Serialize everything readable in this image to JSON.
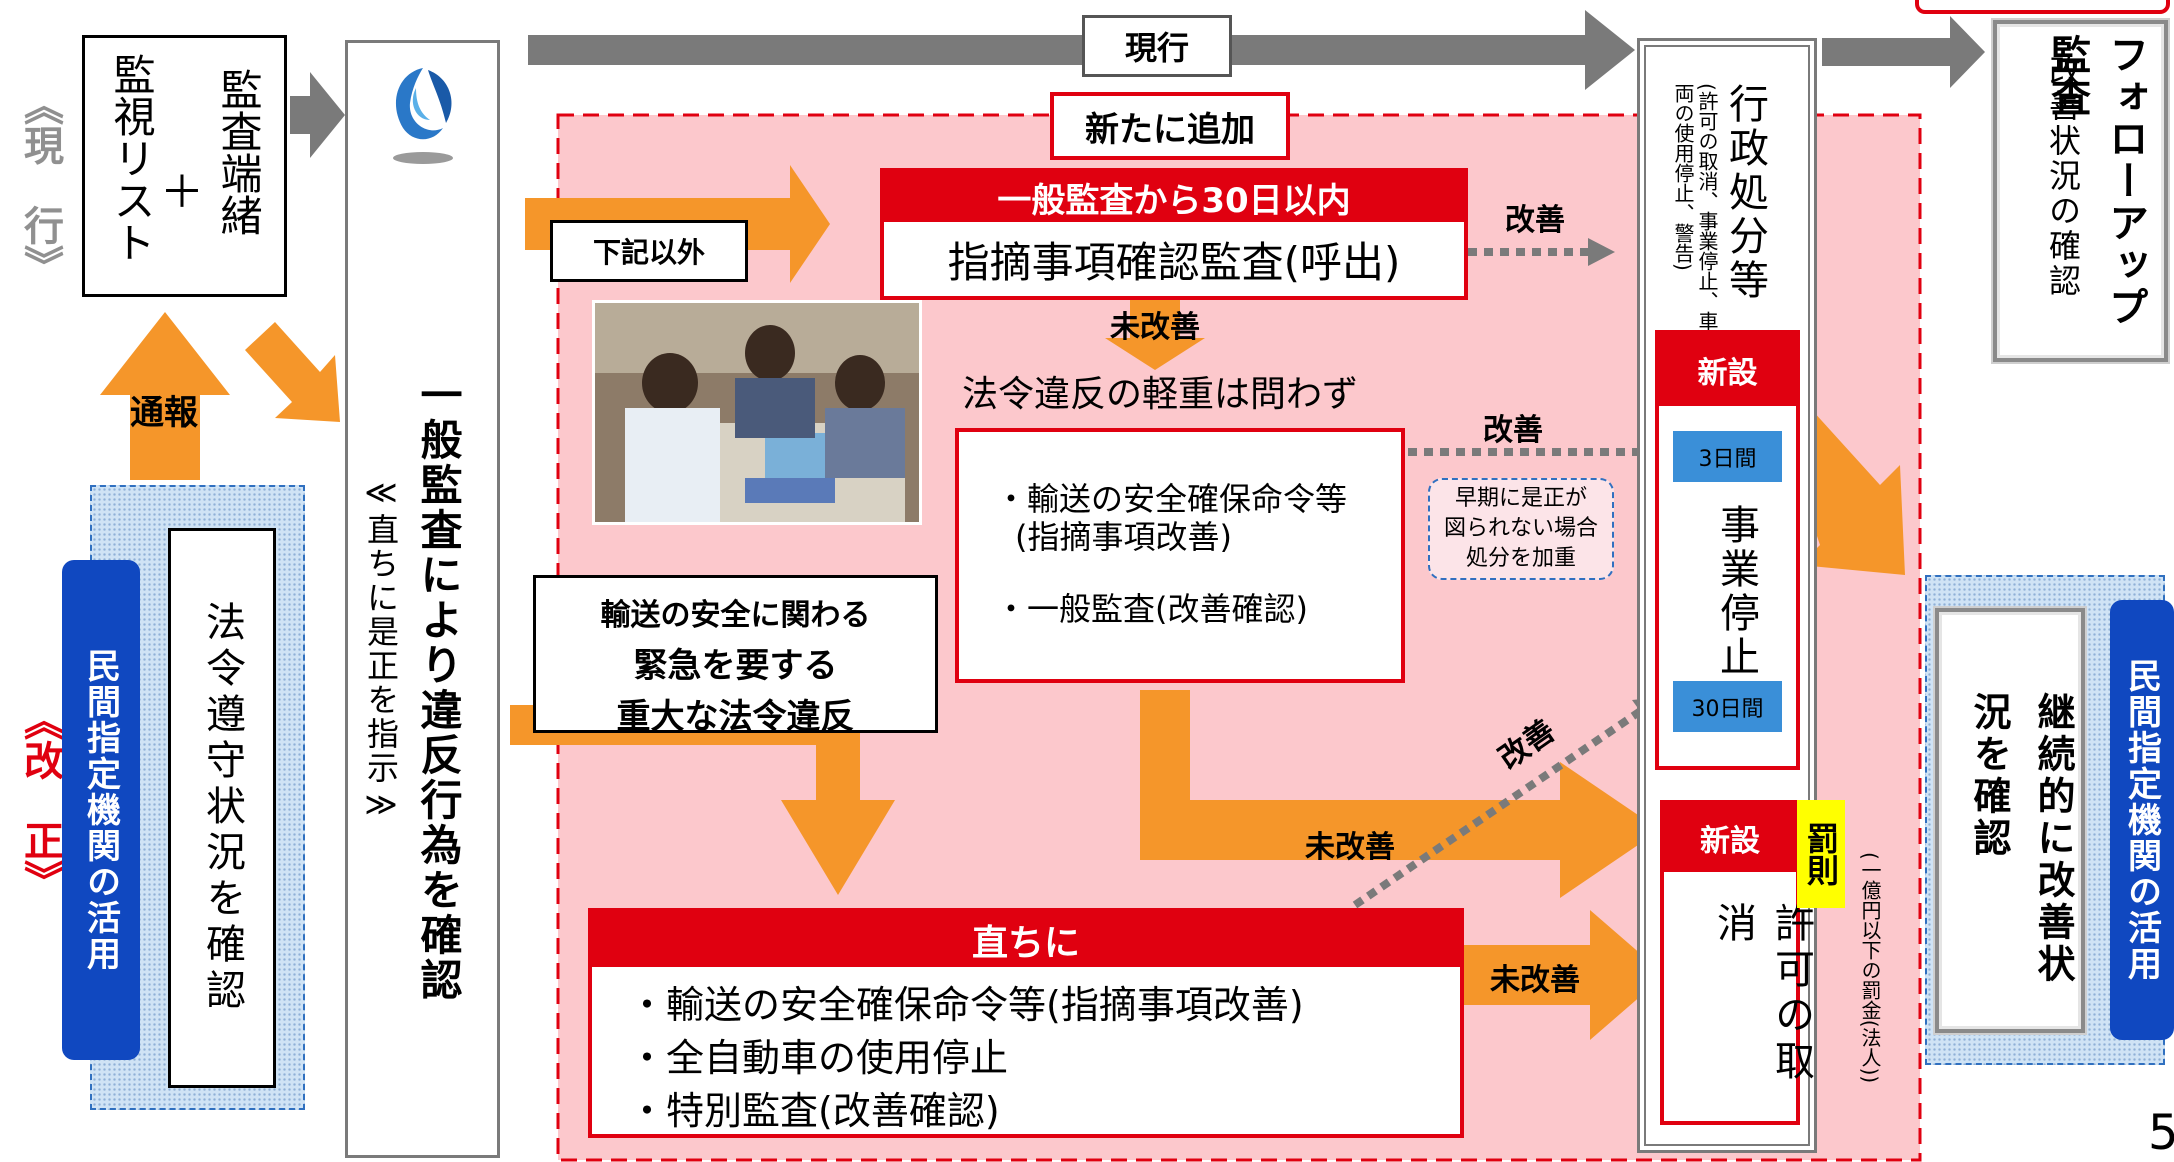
{
  "left": {
    "current_label": "《現　行》",
    "revised_label": "《改　正》",
    "audit_list_box": "監査端緒\n＋\n監視リスト",
    "audit_list_line1": "監査端緒",
    "audit_list_plus": "＋",
    "audit_list_line2": "監視リスト",
    "report_label": "通報",
    "private_agency": "民間指定機関の活用",
    "compliance_check": "法令遵守状況を確認"
  },
  "middle": {
    "general_audit_main": "一般監査により違反行為を確認",
    "general_audit_sub": "≪直ちに是正を指示≫"
  },
  "top": {
    "current_tag": "現行",
    "new_tag": "新たに追加"
  },
  "flow": {
    "other_than_below": "下記以外",
    "within30_header": "一般監査から30日以内",
    "within30_body": "指摘事項確認監査(呼出)",
    "improve": "改善",
    "not_improved": "未改善",
    "regardless": "法令違反の軽重は問わず",
    "order_box_line1": "・輸送の安全確保命令等",
    "order_box_line2": "(指摘事項改善)",
    "order_box_line3": "・一般監査(改善確認)",
    "early_note": "早期に是正が\n図られない場合\n処分を加重",
    "urgent_line1": "輸送の安全に関わる",
    "urgent_line2": "緊急を要する",
    "urgent_line3": "重大な法令違反",
    "immediate_header": "直ちに",
    "immediate_item1": "・輸送の安全確保命令等(指摘事項改善)",
    "immediate_item2": "・全自動車の使用停止",
    "immediate_item3": "・特別監査(改善確認)"
  },
  "right": {
    "admin_disposal": "行政処分等",
    "admin_disposal_note": "(許可の取消、事業停止、車両の使用停止、警告)",
    "new_est": "新設",
    "days3": "3日間",
    "suspension": "事業停止",
    "days30": "30日間",
    "new_est2": "新設",
    "revocation": "許可の取消",
    "penalty": "罰則",
    "fine_note": "(一億円以下の罰金(法人))",
    "followup_title": "フォローアップ監査",
    "followup_sub": "改善状況の確認",
    "continuous": "継続的に改善状況を確認",
    "private_agency_right": "民間指定機関の活用",
    "page_number": "5"
  },
  "colors": {
    "red": "#e00010",
    "orange": "#f5962a",
    "gray_arrow": "#7a7a7a",
    "pink_area": "#fcc8cc",
    "blue": "#1048c0",
    "yellow": "#ffff00"
  }
}
